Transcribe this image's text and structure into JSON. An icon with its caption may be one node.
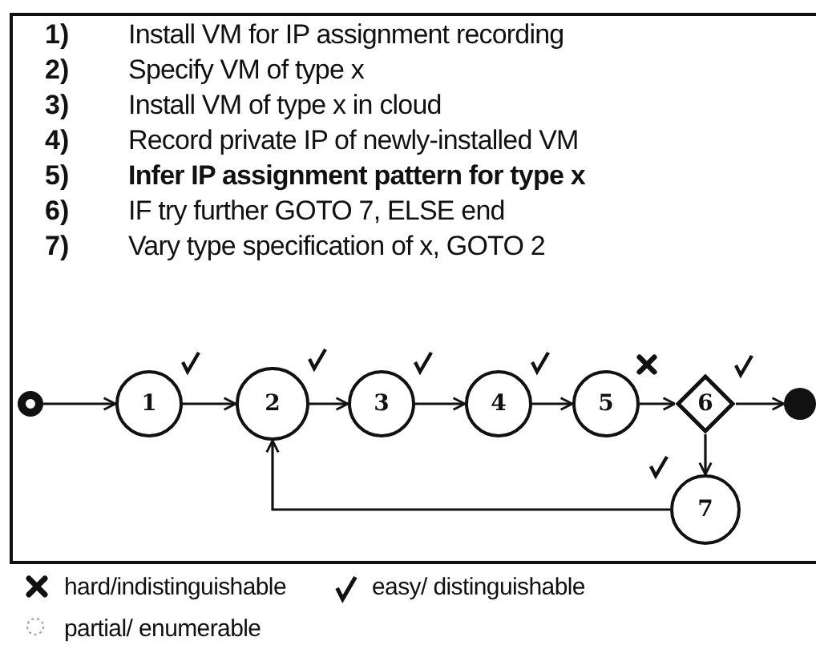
{
  "diagram": {
    "nodes": [
      {
        "text": [],
        "shape": "circle"
      },
      {
        "text": [
          "1"
        ]
      },
      {
        "text": [
          "2"
        ]
      },
      {
        "text": [
          "3"
        ]
      },
      {
        "text": [
          "4"
        ]
      },
      {
        "text": [
          "5"
        ]
      },
      {
        "text": [
          "6"
        ]
      },
      {
        "text": [],
        "shape": "circle"
      },
      {
        "text": [
          "7"
        ]
      }
    ],
    "edges": [
      {
        "from": 0,
        "to": 1,
        "arrow": "to"
      },
      {
        "from": 1,
        "to": 2,
        "arrow": "to"
      },
      {
        "from": 2,
        "to": 3,
        "arrow": "to"
      },
      {
        "from": 3,
        "to": 4,
        "arrow": "to"
      },
      {
        "from": 4,
        "to": 5,
        "arrow": "to"
      },
      {
        "from": 5,
        "to": 6,
        "arrow": "to"
      },
      {
        "from": 6,
        "to": 7,
        "arrow": "to"
      },
      {
        "from": 6,
        "to": 8,
        "arrow": "to"
      },
      {
        "from": 8,
        "to": 2,
        "arrow": "to"
      }
    ],
    "labels": [
      "1)",
      "Install VM for IP assignment recording",
      "2)",
      "Specify VM of type x",
      "3)",
      "Install VM of type x in cloud",
      "4)",
      "Record private IP of newly-installed VM",
      "5)",
      "**Infer IP assignment pattern for type x**",
      "6)",
      "IF try further GOTO 7, ELSE end",
      "7)",
      "Vary type specification of x, GOTO 2"
    ],
    "legend": [
      {
        "text": "hard/indistinguishable"
      },
      {
        "text": "easy/ distinguishable"
      },
      {
        "text": "partial/ enumerable"
      }
    ]
  }
}
